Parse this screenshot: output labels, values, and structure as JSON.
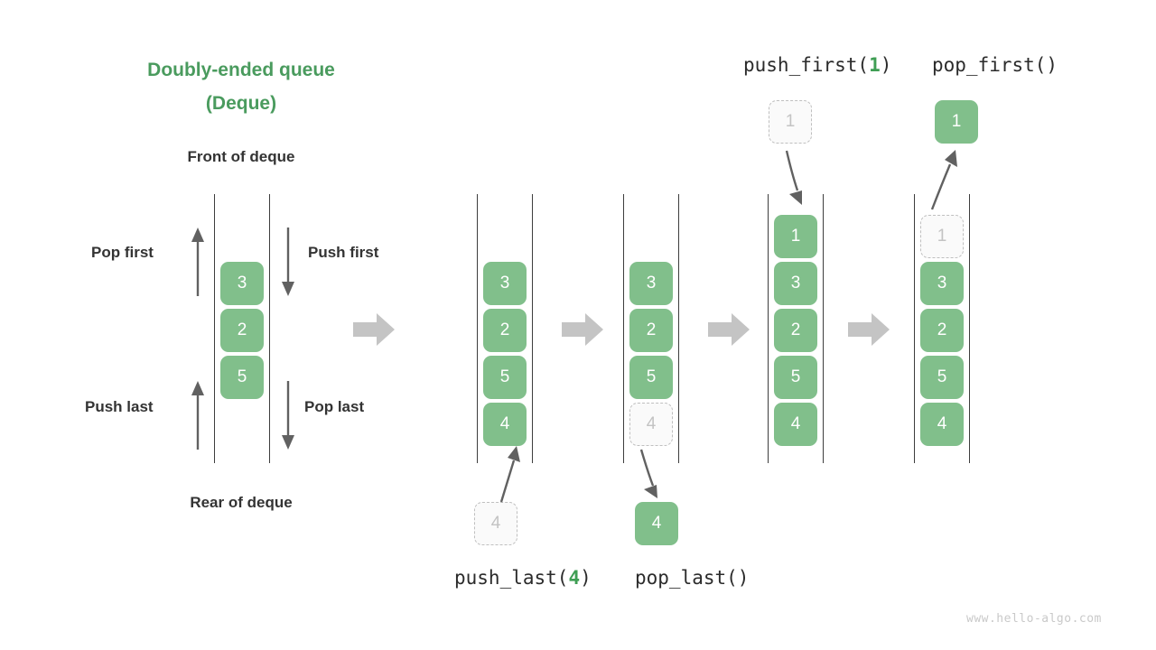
{
  "title": {
    "line1": "Doubly-ended queue",
    "line2": "(Deque)"
  },
  "labels": {
    "front_of_deque": "Front of deque",
    "rear_of_deque": "Rear of deque",
    "pop_first": "Pop first",
    "push_first": "Push first",
    "push_last": "Push last",
    "pop_last": "Pop last"
  },
  "operations": {
    "push_first": {
      "prefix": "push_first(",
      "arg": "1",
      "suffix": ")"
    },
    "pop_first": {
      "prefix": "pop_first()",
      "arg": "",
      "suffix": ""
    },
    "push_last": {
      "prefix": "push_last(",
      "arg": "4",
      "suffix": ")"
    },
    "pop_last": {
      "prefix": "pop_last()",
      "arg": "",
      "suffix": ""
    }
  },
  "watermark": "www.hello-algo.com",
  "colors": {
    "accent_green": "#4A9B5E",
    "box_green": "#81BF8B",
    "ghost_fill": "#FAFAFA",
    "ghost_border": "#BFBFBF",
    "ghost_text": "#C3C3C3",
    "rail": "#3d3d3d",
    "arrow_gray": "#616161",
    "block_arrow_gray": "#C4C4C4",
    "text_dark": "#333333",
    "watermark_gray": "#c9c9c9"
  },
  "stages": [
    {
      "name": "initial-deque",
      "items": [
        {
          "value": "3",
          "state": "solid"
        },
        {
          "value": "2",
          "state": "solid"
        },
        {
          "value": "5",
          "state": "solid"
        }
      ],
      "floating": []
    },
    {
      "name": "after-push-last",
      "items": [
        {
          "value": "3",
          "state": "solid"
        },
        {
          "value": "2",
          "state": "solid"
        },
        {
          "value": "5",
          "state": "solid"
        },
        {
          "value": "4",
          "state": "solid"
        }
      ],
      "floating": [
        {
          "value": "4",
          "state": "ghost",
          "position": "below"
        }
      ]
    },
    {
      "name": "after-pop-last",
      "items": [
        {
          "value": "3",
          "state": "solid"
        },
        {
          "value": "2",
          "state": "solid"
        },
        {
          "value": "5",
          "state": "solid"
        },
        {
          "value": "4",
          "state": "ghost"
        }
      ],
      "floating": [
        {
          "value": "4",
          "state": "solid",
          "position": "below"
        }
      ]
    },
    {
      "name": "after-push-first",
      "items": [
        {
          "value": "1",
          "state": "solid"
        },
        {
          "value": "3",
          "state": "solid"
        },
        {
          "value": "2",
          "state": "solid"
        },
        {
          "value": "5",
          "state": "solid"
        },
        {
          "value": "4",
          "state": "solid"
        }
      ],
      "floating": [
        {
          "value": "1",
          "state": "ghost",
          "position": "above"
        }
      ]
    },
    {
      "name": "after-pop-first",
      "items": [
        {
          "value": "1",
          "state": "ghost"
        },
        {
          "value": "3",
          "state": "solid"
        },
        {
          "value": "2",
          "state": "solid"
        },
        {
          "value": "5",
          "state": "solid"
        },
        {
          "value": "4",
          "state": "solid"
        }
      ],
      "floating": [
        {
          "value": "1",
          "state": "solid",
          "position": "above"
        }
      ]
    }
  ]
}
